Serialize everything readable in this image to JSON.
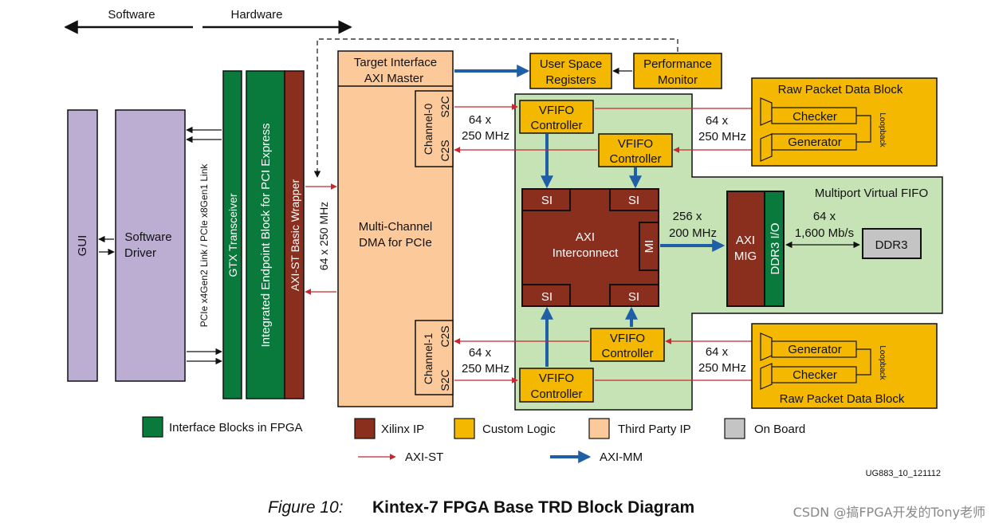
{
  "header": {
    "software": "Software",
    "hardware": "Hardware"
  },
  "blocks": {
    "gui": "GUI",
    "software_driver_line1": "Software",
    "software_driver_line2": "Driver",
    "pcie_link": "PCIe x4Gen2 Link / PCIe x8Gen1 Link",
    "gtx": "GTX Transceiver",
    "integrated_endpoint": "Integrated Endpoint Block for PCI Express",
    "axi_st_wrapper": "AXI-ST Basic Wrapper",
    "wrapper_rate": "64 x 250 MHz",
    "target_if_line1": "Target Interface",
    "target_if_line2": "AXI Master",
    "dma_line1": "Multi-Channel",
    "dma_line2": "DMA for PCIe",
    "channel0": "Channel-0",
    "channel1": "Channel-1",
    "s2c": "S2C",
    "c2s": "C2S",
    "user_space_line1": "User Space",
    "user_space_line2": "Registers",
    "perf_mon_line1": "Performance",
    "perf_mon_line2": "Monitor",
    "vfifo_line1": "VFIFO",
    "vfifo_line2": "Controller",
    "si": "SI",
    "mi": "MI",
    "axi_ic_line1": "AXI",
    "axi_ic_line2": "Interconnect",
    "axi_mig_line1": "AXI",
    "axi_mig_line2": "MIG",
    "ddr3_io": "DDR3 I/O",
    "ddr3": "DDR3",
    "multiport_vfifo": "Multiport Virtual FIFO",
    "raw_packet": "Raw Packet Data Block",
    "checker": "Checker",
    "generator": "Generator",
    "loopback": "Loopback"
  },
  "rates": {
    "r64x": "64 x",
    "r250": "250 MHz",
    "r256x": "256 x",
    "r200": "200 MHz",
    "r1600": "1,600 Mb/s"
  },
  "legend": {
    "interface_blocks": "Interface Blocks in FPGA",
    "xilinx_ip": "Xilinx IP",
    "custom_logic": "Custom Logic",
    "third_party_ip": "Third Party IP",
    "on_board": "On Board",
    "axi_st": "AXI-ST",
    "axi_mm": "AXI-MM"
  },
  "figure_id": "UG883_10_121112",
  "caption": {
    "label": "Figure 10:",
    "title": "Kintex-7 FPGA Base TRD Block Diagram"
  },
  "watermark": "CSDN @搞FPGA开发的Tony老师",
  "colors": {
    "green": "#0a7a3c",
    "red_brown": "#8a2e1e",
    "gold": "#f5b800",
    "peach": "#fcc99b",
    "gray": "#c4c4c4",
    "lavender": "#bcaed3",
    "light_green": "#c6e3b5",
    "st_arrow": "#c8282d",
    "mm_arrow": "#1f5fa6"
  }
}
